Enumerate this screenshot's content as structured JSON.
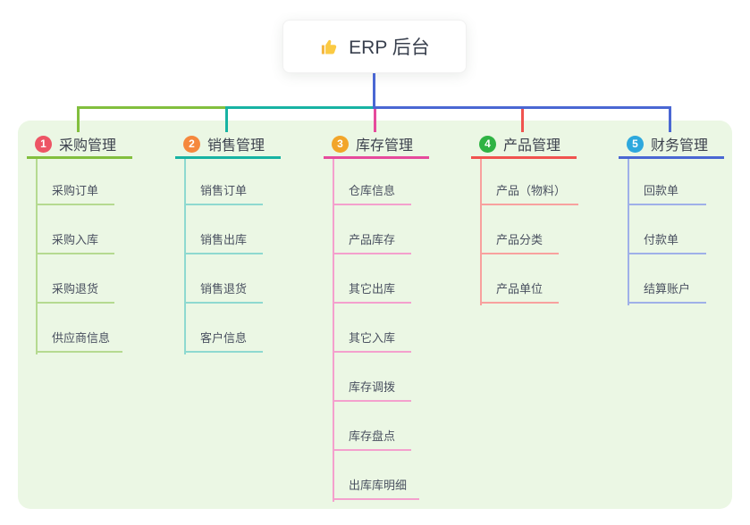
{
  "root": {
    "label": "ERP 后台",
    "icon": "thumbs-up"
  },
  "colors": {
    "panel_bg": "#ebf7e4",
    "root_stem": "#4a67d3",
    "thumb_yellow": "#fbca43",
    "thumb_cuff": "#f4b63f"
  },
  "branches": [
    {
      "number": "1",
      "title": "采购管理",
      "badge_color": "#ed5565",
      "line_color": "#82bf3e",
      "item_line_color": "#b5da90",
      "items": [
        "采购订单",
        "采购入库",
        "采购退货",
        "供应商信息"
      ]
    },
    {
      "number": "2",
      "title": "销售管理",
      "badge_color": "#f5883d",
      "line_color": "#17b3a3",
      "item_line_color": "#8ed9d0",
      "items": [
        "销售订单",
        "销售出库",
        "销售退货",
        "客户信息"
      ]
    },
    {
      "number": "3",
      "title": "库存管理",
      "badge_color": "#f2a529",
      "line_color": "#e64a9c",
      "item_line_color": "#f4a0cd",
      "items": [
        "仓库信息",
        "产品库存",
        "其它出库",
        "其它入库",
        "库存调拨",
        "库存盘点",
        "出库库明细"
      ]
    },
    {
      "number": "4",
      "title": "产品管理",
      "badge_color": "#2fb344",
      "line_color": "#f0534f",
      "item_line_color": "#f8a19e",
      "items": [
        "产品（物料）",
        "产品分类",
        "产品单位"
      ]
    },
    {
      "number": "5",
      "title": "财务管理",
      "badge_color": "#2da8dd",
      "line_color": "#4a67d3",
      "item_line_color": "#9fb0e8",
      "items": [
        "回款单",
        "付款单",
        "结算账户"
      ]
    }
  ]
}
